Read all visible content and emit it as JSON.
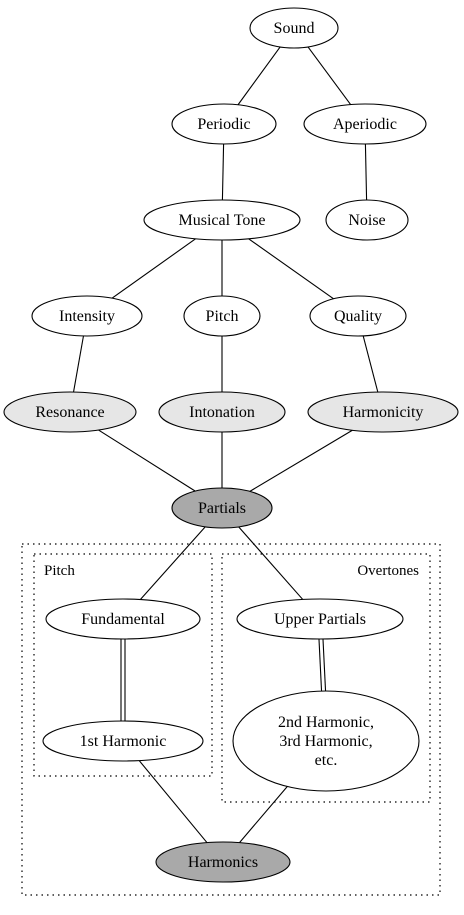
{
  "colors": {
    "plain": "#ffffff",
    "light": "#e6e6e6",
    "dark": "#a9a9a9",
    "stroke": "#000000"
  },
  "nodes": {
    "sound": {
      "label": "Sound",
      "fill": "plain"
    },
    "periodic": {
      "label": "Periodic",
      "fill": "plain"
    },
    "aperiodic": {
      "label": "Aperiodic",
      "fill": "plain"
    },
    "musical_tone": {
      "label": "Musical Tone",
      "fill": "plain"
    },
    "noise": {
      "label": "Noise",
      "fill": "plain"
    },
    "intensity": {
      "label": "Intensity",
      "fill": "plain"
    },
    "pitch": {
      "label": "Pitch",
      "fill": "plain"
    },
    "quality": {
      "label": "Quality",
      "fill": "plain"
    },
    "resonance": {
      "label": "Resonance",
      "fill": "light"
    },
    "intonation": {
      "label": "Intonation",
      "fill": "light"
    },
    "harmonicity": {
      "label": "Harmonicity",
      "fill": "light"
    },
    "partials": {
      "label": "Partials",
      "fill": "dark"
    },
    "fundamental": {
      "label": "Fundamental",
      "fill": "plain"
    },
    "first_harmonic": {
      "label": "1st Harmonic",
      "fill": "plain"
    },
    "upper_partials": {
      "label": "Upper Partials",
      "fill": "plain"
    },
    "higher_harmonics": {
      "label": [
        "2nd Harmonic,",
        "3rd Harmonic,",
        "etc."
      ],
      "fill": "plain"
    },
    "harmonics": {
      "label": "Harmonics",
      "fill": "dark"
    }
  },
  "clusters": {
    "pitch_group": {
      "label": "Pitch"
    },
    "overtones_group": {
      "label": "Overtones"
    }
  },
  "edges": [
    {
      "from": "sound",
      "to": "periodic",
      "style": "single"
    },
    {
      "from": "sound",
      "to": "aperiodic",
      "style": "single"
    },
    {
      "from": "periodic",
      "to": "musical_tone",
      "style": "single"
    },
    {
      "from": "aperiodic",
      "to": "noise",
      "style": "single"
    },
    {
      "from": "musical_tone",
      "to": "intensity",
      "style": "single"
    },
    {
      "from": "musical_tone",
      "to": "pitch",
      "style": "single"
    },
    {
      "from": "musical_tone",
      "to": "quality",
      "style": "single"
    },
    {
      "from": "intensity",
      "to": "resonance",
      "style": "single"
    },
    {
      "from": "pitch",
      "to": "intonation",
      "style": "single"
    },
    {
      "from": "quality",
      "to": "harmonicity",
      "style": "single"
    },
    {
      "from": "resonance",
      "to": "partials",
      "style": "single"
    },
    {
      "from": "intonation",
      "to": "partials",
      "style": "single"
    },
    {
      "from": "harmonicity",
      "to": "partials",
      "style": "single"
    },
    {
      "from": "partials",
      "to": "fundamental",
      "style": "single"
    },
    {
      "from": "partials",
      "to": "upper_partials",
      "style": "single"
    },
    {
      "from": "fundamental",
      "to": "first_harmonic",
      "style": "double"
    },
    {
      "from": "upper_partials",
      "to": "higher_harmonics",
      "style": "double"
    },
    {
      "from": "first_harmonic",
      "to": "harmonics",
      "style": "single"
    },
    {
      "from": "higher_harmonics",
      "to": "harmonics",
      "style": "single"
    }
  ]
}
